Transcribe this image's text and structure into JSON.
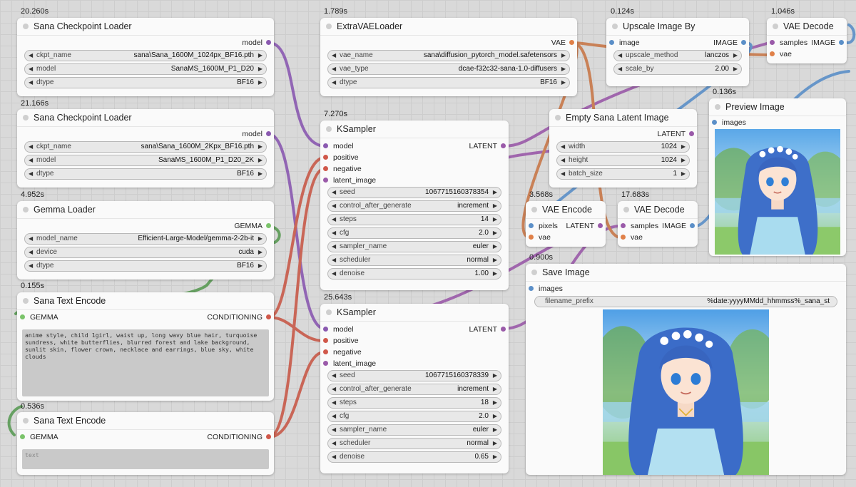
{
  "colors": {
    "model": "#8a59b0",
    "vae": "#e08048",
    "latent": "#9a5aa9",
    "image": "#5b8fc8",
    "gemma": "#7ac36a",
    "conditioning": "#d0584a"
  },
  "nodes": {
    "ckpt1": {
      "time": "20.260s",
      "title": "Sana Checkpoint Loader",
      "out": "model",
      "widgets": [
        {
          "label": "ckpt_name",
          "value": "sana\\Sana_1600M_1024px_BF16.pth"
        },
        {
          "label": "model",
          "value": "SanaMS_1600M_P1_D20"
        },
        {
          "label": "dtype",
          "value": "BF16"
        }
      ]
    },
    "ckpt2": {
      "time": "21.166s",
      "title": "Sana Checkpoint Loader",
      "out": "model",
      "widgets": [
        {
          "label": "ckpt_name",
          "value": "sana\\Sana_1600M_2Kpx_BF16.pth"
        },
        {
          "label": "model",
          "value": "SanaMS_1600M_P1_D20_2K"
        },
        {
          "label": "dtype",
          "value": "BF16"
        }
      ]
    },
    "gemma": {
      "time": "4.952s",
      "title": "Gemma Loader",
      "out": "GEMMA",
      "widgets": [
        {
          "label": "model_name",
          "value": "Efficient-Large-Model/gemma-2-2b-it"
        },
        {
          "label": "device",
          "value": "cuda"
        },
        {
          "label": "dtype",
          "value": "BF16"
        }
      ]
    },
    "textenc1": {
      "time": "0.155s",
      "title": "Sana Text Encode",
      "in": "GEMMA",
      "out": "CONDITIONING",
      "text": "anime style, child 1girl, waist up, long wavy blue hair, turquoise sundress, white butterflies, blurred forest and lake background, sunlit skin, flower crown, necklace and earrings, blue sky, white clouds"
    },
    "textenc2": {
      "time": "0.536s",
      "title": "Sana Text Encode",
      "in": "GEMMA",
      "out": "CONDITIONING",
      "placeholder": "text"
    },
    "vaeloader": {
      "time": "1.789s",
      "title": "ExtraVAELoader",
      "out": "VAE",
      "widgets": [
        {
          "label": "vae_name",
          "value": "sana\\diffusion_pytorch_model.safetensors"
        },
        {
          "label": "vae_type",
          "value": "dcae-f32c32-sana-1.0-diffusers"
        },
        {
          "label": "dtype",
          "value": "BF16"
        }
      ]
    },
    "ksampler1": {
      "time": "7.270s",
      "title": "KSampler",
      "out": "LATENT",
      "inputs": [
        "model",
        "positive",
        "negative",
        "latent_image"
      ],
      "widgets": [
        {
          "label": "seed",
          "value": "1067715160378354"
        },
        {
          "label": "control_after_generate",
          "value": "increment"
        },
        {
          "label": "steps",
          "value": "14"
        },
        {
          "label": "cfg",
          "value": "2.0"
        },
        {
          "label": "sampler_name",
          "value": "euler"
        },
        {
          "label": "scheduler",
          "value": "normal"
        },
        {
          "label": "denoise",
          "value": "1.00"
        }
      ]
    },
    "ksampler2": {
      "time": "25.643s",
      "title": "KSampler",
      "out": "LATENT",
      "inputs": [
        "model",
        "positive",
        "negative",
        "latent_image"
      ],
      "widgets": [
        {
          "label": "seed",
          "value": "1067715160378339"
        },
        {
          "label": "control_after_generate",
          "value": "increment"
        },
        {
          "label": "steps",
          "value": "18"
        },
        {
          "label": "cfg",
          "value": "2.0"
        },
        {
          "label": "sampler_name",
          "value": "euler"
        },
        {
          "label": "scheduler",
          "value": "normal"
        },
        {
          "label": "denoise",
          "value": "0.65"
        }
      ]
    },
    "upscale": {
      "time": "0.124s",
      "title": "Upscale Image By",
      "in": "image",
      "out": "IMAGE",
      "widgets": [
        {
          "label": "upscale_method",
          "value": "lanczos"
        },
        {
          "label": "scale_by",
          "value": "2.00"
        }
      ]
    },
    "vaedecode1": {
      "time": "1.046s",
      "title": "VAE Decode",
      "inputs": [
        "samples",
        "vae"
      ],
      "out": "IMAGE"
    },
    "emptylatent": {
      "time": "",
      "title": "Empty Sana Latent Image",
      "out": "LATENT",
      "widgets": [
        {
          "label": "width",
          "value": "1024"
        },
        {
          "label": "height",
          "value": "1024"
        },
        {
          "label": "batch_size",
          "value": "1"
        }
      ]
    },
    "preview": {
      "time": "0.136s",
      "title": "Preview Image",
      "in": "images"
    },
    "vaeencode": {
      "time": "3.568s",
      "title": "VAE Encode",
      "inputs": [
        "pixels",
        "vae"
      ],
      "out": "LATENT"
    },
    "vaedecode2": {
      "time": "17.683s",
      "title": "VAE Decode",
      "inputs": [
        "samples",
        "vae"
      ],
      "out": "IMAGE"
    },
    "save": {
      "time": "0.900s",
      "title": "Save Image",
      "in": "images",
      "widgets": [
        {
          "label": "filename_prefix",
          "value": "%date:yyyyMMdd_hhmmss%_sana_st"
        }
      ]
    }
  }
}
